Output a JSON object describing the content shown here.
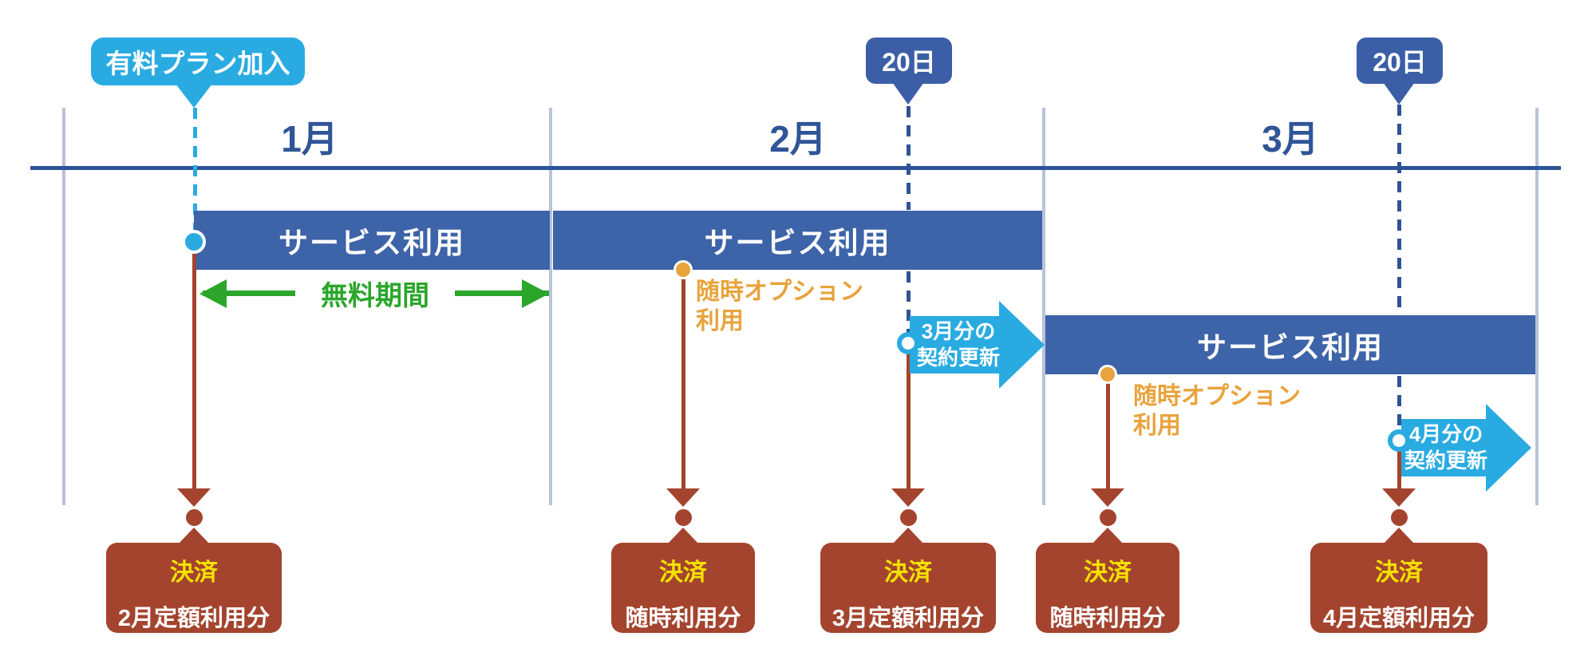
{
  "join_badge": {
    "label": "有料プラン加入"
  },
  "day_badges": [
    {
      "label": "20日"
    },
    {
      "label": "20日"
    }
  ],
  "months": [
    {
      "label": "1月"
    },
    {
      "label": "2月"
    },
    {
      "label": "3月"
    }
  ],
  "service_bars": [
    {
      "label": "サービス利用"
    },
    {
      "label": "サービス利用"
    },
    {
      "label": "サービス利用"
    }
  ],
  "free_period": {
    "label": "無料期間"
  },
  "option_uses": [
    {
      "line1": "随時オプション",
      "line2": "利用"
    },
    {
      "line1": "随時オプション",
      "line2": "利用"
    }
  ],
  "renewals": [
    {
      "line1": "3月分の",
      "line2": "契約更新"
    },
    {
      "line1": "4月分の",
      "line2": "契約更新"
    }
  ],
  "payments": [
    {
      "title": "決済",
      "label": "2月定額利用分"
    },
    {
      "title": "決済",
      "label": "随時利用分"
    },
    {
      "title": "決済",
      "label": "3月定額利用分"
    },
    {
      "title": "決済",
      "label": "随時利用分"
    },
    {
      "title": "決済",
      "label": "4月定額利用分"
    }
  ],
  "colors": {
    "cyan": "#29ABE2",
    "badge_navy": "#3B5EA6",
    "bar_blue": "#3D63A8",
    "timeline_blue": "#2E5496",
    "month_text": "#2F5597",
    "grid_line": "#B8C3DA",
    "red_brown": "#A4442E",
    "yellow": "#F5E100",
    "orange": "#E8A33B",
    "green": "#2BA62B"
  }
}
